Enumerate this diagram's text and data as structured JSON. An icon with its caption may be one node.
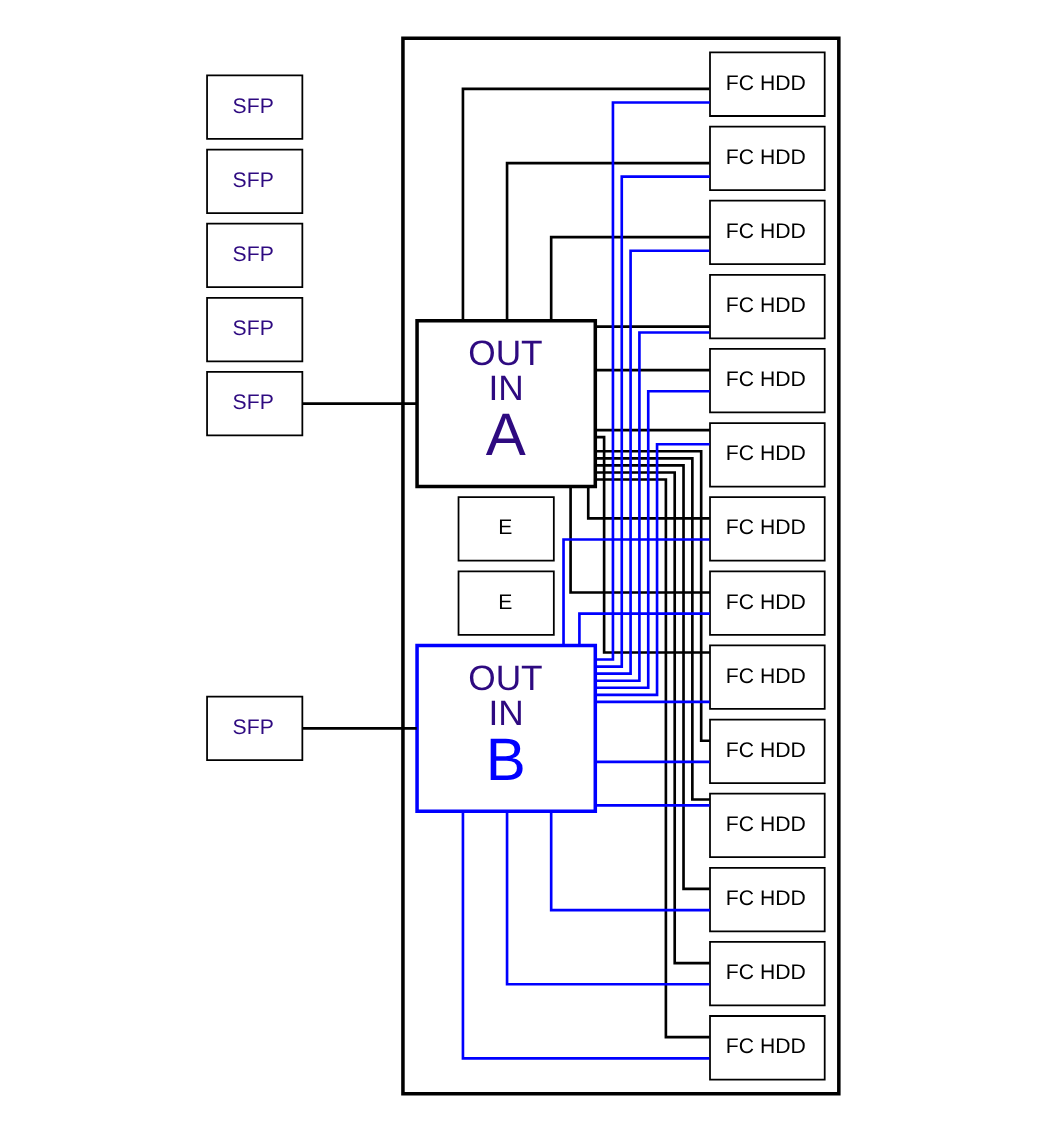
{
  "diagram": {
    "nodes": [
      {
        "text": [],
        "shape": "box"
      },
      {
        "text": [
          "SFP"
        ]
      },
      {
        "text": [
          "OUT",
          "IN",
          "A"
        ],
        "in": 0
      },
      {
        "text": [
          "SFP"
        ]
      },
      {
        "text": [
          "SFP"
        ]
      },
      {
        "text": [
          "E"
        ],
        "in": 0
      },
      {
        "text": [
          "E"
        ],
        "in": 0
      },
      {
        "text": [
          "SFP"
        ]
      },
      {
        "text": [
          "OUT",
          "IN",
          "B"
        ],
        "in": 0
      },
      {
        "text": [
          "SFP"
        ]
      },
      {
        "text": [
          "SFP"
        ]
      },
      {
        "text": [
          "FC HDD"
        ],
        "in": 0
      },
      {
        "text": [
          "FC HDD"
        ],
        "in": 0
      },
      {
        "text": [
          "FC HDD"
        ],
        "in": 0
      },
      {
        "text": [
          "FC HDD"
        ],
        "in": 0
      },
      {
        "text": [
          "FC HDD"
        ],
        "in": 0
      },
      {
        "text": [
          "FC HDD"
        ],
        "in": 0
      },
      {
        "text": [
          "FC HDD"
        ],
        "in": 0
      },
      {
        "text": [
          "FC HDD"
        ],
        "in": 0
      },
      {
        "text": [
          "FC HDD"
        ],
        "in": 0
      },
      {
        "text": [
          "FC HDD"
        ],
        "in": 0
      },
      {
        "text": [
          "FC HDD"
        ],
        "in": 0
      },
      {
        "text": [
          "FC HDD"
        ],
        "in": 0
      },
      {
        "text": [
          "FC HDD"
        ],
        "in": 0
      },
      {
        "text": [
          "FC HDD"
        ],
        "in": 0
      }
    ],
    "edges": [
      {
        "from": 1,
        "to": 2,
        "arrow": "none"
      },
      {
        "from": 2,
        "to": 11,
        "arrow": "none"
      },
      {
        "from": 2,
        "to": 12,
        "arrow": "none"
      },
      {
        "from": 2,
        "to": 13,
        "arrow": "none"
      },
      {
        "from": 2,
        "to": 14,
        "arrow": "none"
      },
      {
        "from": 2,
        "to": 15,
        "arrow": "none"
      },
      {
        "from": 2,
        "to": 16,
        "arrow": "none"
      },
      {
        "from": 2,
        "to": 17,
        "arrow": "none"
      },
      {
        "from": 2,
        "to": 18,
        "arrow": "none"
      },
      {
        "from": 2,
        "to": 19,
        "arrow": "none"
      },
      {
        "from": 2,
        "to": 20,
        "arrow": "none"
      },
      {
        "from": 2,
        "to": 21,
        "arrow": "none"
      },
      {
        "from": 2,
        "to": 22,
        "arrow": "none"
      },
      {
        "from": 2,
        "to": 23,
        "arrow": "none"
      },
      {
        "from": 2,
        "to": 24,
        "arrow": "none"
      },
      {
        "from": 7,
        "to": 8,
        "arrow": "none"
      },
      {
        "from": 8,
        "to": 11,
        "arrow": "none",
        "color": "#0000ff"
      },
      {
        "from": 8,
        "to": 12,
        "arrow": "none",
        "color": "#0000ff"
      },
      {
        "from": 8,
        "to": 13,
        "arrow": "none",
        "color": "#0000ff"
      },
      {
        "from": 8,
        "to": 14,
        "arrow": "none",
        "color": "#0000ff"
      },
      {
        "from": 8,
        "to": 15,
        "arrow": "none",
        "color": "#0000ff"
      },
      {
        "from": 8,
        "to": 16,
        "arrow": "none",
        "color": "#0000ff"
      },
      {
        "from": 8,
        "to": 17,
        "arrow": "none",
        "color": "#0000ff"
      },
      {
        "from": 8,
        "to": 18,
        "arrow": "none",
        "color": "#0000ff"
      },
      {
        "from": 8,
        "to": 19,
        "arrow": "none",
        "color": "#0000ff"
      },
      {
        "from": 8,
        "to": 20,
        "arrow": "none",
        "color": "#0000ff"
      },
      {
        "from": 8,
        "to": 21,
        "arrow": "none",
        "color": "#0000ff"
      },
      {
        "from": 8,
        "to": 22,
        "arrow": "none",
        "color": "#0000ff"
      },
      {
        "from": 8,
        "to": 23,
        "arrow": "none",
        "color": "#0000ff"
      },
      {
        "from": 8,
        "to": 24,
        "arrow": "none",
        "color": "#0000ff"
      }
    ]
  }
}
